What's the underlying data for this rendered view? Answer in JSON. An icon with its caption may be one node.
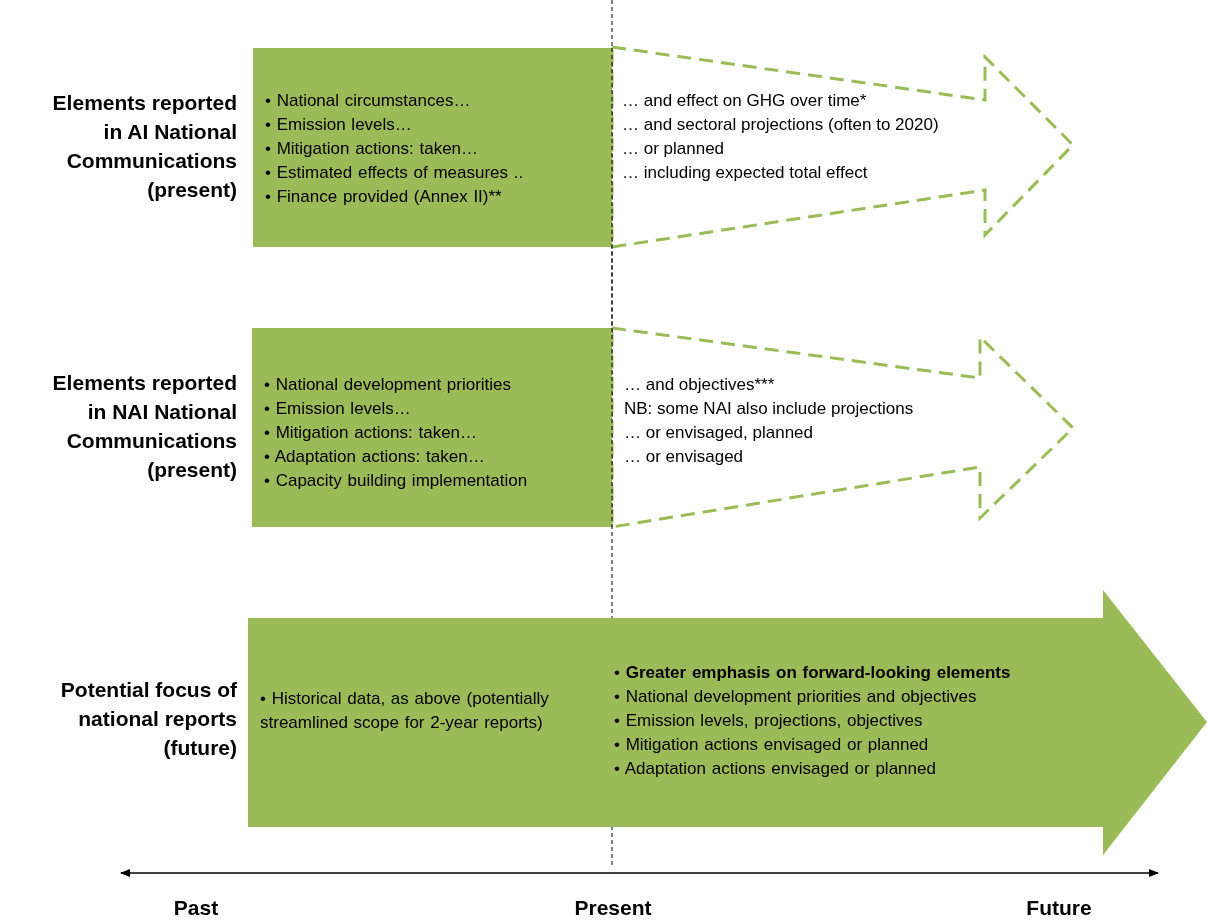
{
  "diagram": {
    "nodes": [
      {
        "text": [
          "• National circumstances…",
          "• Emission levels…",
          "• Mitigation actions: taken…",
          "• Estimated effects of  measures ..",
          "• Finance provided (Annex II)**"
        ],
        "beside": [
          "Elements reported in AI National Communications (present)"
        ]
      },
      {
        "text": [
          "… and effect on GHG over  time*",
          "… and sectoral projections (often to 2020)",
          "… or planned",
          "… including expected total effect"
        ]
      },
      {
        "text": [
          "• National development priorities",
          "• Emission levels…",
          "• Mitigation actions: taken…",
          "• Adaptation actions: taken…",
          "• Capacity building implementation"
        ],
        "beside": [
          "Elements reported in NAI National Communications (present)"
        ]
      },
      {
        "text": [
          "… and objectives***",
          "NB: some NAI also include projections",
          "… or envisaged, planned",
          "… or envisaged"
        ]
      },
      {
        "text": [
          "• Historical data, as above (potentially streamlined scope for 2-year reports)",
          "• **Greater emphasis on forward-looking elements**",
          "• National development priorities and objectives",
          "• Emission levels, projections, objectives",
          "• Mitigation actions envisaged or planned",
          "• Adaptation actions envisaged or planned"
        ],
        "beside": [
          "Potential focus of national reports (future)"
        ]
      }
    ],
    "labels": [
      "Past",
      "Present",
      "Future"
    ]
  }
}
